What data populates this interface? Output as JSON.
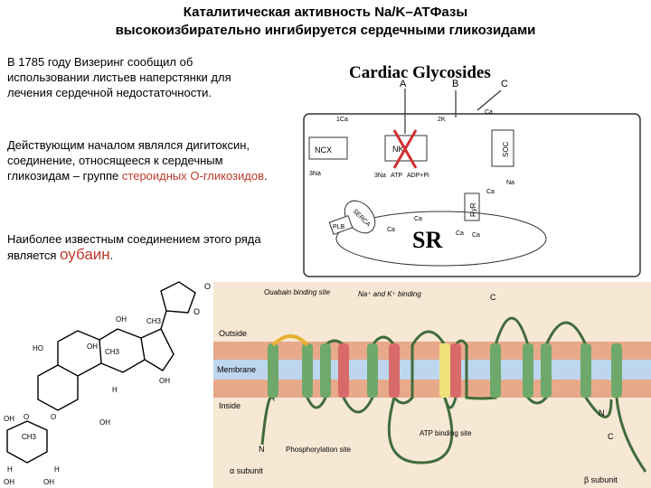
{
  "slide": {
    "title_line1": "Каталитическая активность Na/K–ATФазы",
    "title_line2": "высокоизбирательно ингибируется сердечными гликозидами"
  },
  "body": {
    "p1": "В 1785 году Визеринг сообщил об использовании листьев наперстянки для лечения сердечной недостаточности.",
    "p2_before": "Действующим началом являлся дигитоксин, соединение, относящееся к сердечным гликозидам – группе ",
    "p2_highlight": "стероидных O-гликозидов",
    "p2_after": ".",
    "p3_before": "Наиболее известным соединением этого ряда является ",
    "p3_highlight": "оубаин",
    "p3_after": "."
  },
  "cardiac_diagram": {
    "title": "Cardiac Glycosides",
    "labels": {
      "A": "A",
      "B": "B",
      "C": "C",
      "ncx": "NCX",
      "pump": "NK",
      "soc": "SOC",
      "ryr": "RyR",
      "plb": "PLB",
      "serca": "SERCA",
      "sr": "SR",
      "ca": "Ca",
      "ca_1": "1Ca",
      "k_2": "2K",
      "na_3": "3Na",
      "na_3b": "3Na",
      "atp": "ATP",
      "adp": "ADP+Pi",
      "na": "Na"
    }
  },
  "membrane_diagram": {
    "labels": {
      "ouabain_site": "Ouabain binding site",
      "nak_site": "Na⁺ and K⁺ binding",
      "outside": "Outside",
      "membrane": "Membrane",
      "inside": "Inside",
      "n_alpha": "N",
      "c_alpha": "C",
      "c_beta": "C",
      "n_beta": "N",
      "phospho": "Phosphorylation site",
      "atp_site": "ATP binding site",
      "alpha": "α subunit",
      "beta": "β subunit"
    }
  },
  "structure": {
    "labels": {
      "o1": "O",
      "o2": "O",
      "ch3a": "CH3",
      "ch3b": "CH3",
      "ch3c": "CH3",
      "h1": "H",
      "h2": "H",
      "h3": "H",
      "oh1": "OH",
      "oh2": "OH",
      "oh3": "OH",
      "oh4": "OH",
      "oh5": "OH",
      "oh6": "OH",
      "oh7": "OH",
      "ho1": "HO",
      "o3": "O",
      "o4": "O"
    }
  },
  "colors": {
    "title": "#000000",
    "highlight": "#c0392b",
    "membrane_band": "#e8a98a",
    "membrane_mid": "#bdd6ee",
    "helix_green": "#6fa86b",
    "helix_red": "#d96a6a",
    "helix_yellow": "#f0e27a",
    "background_panel": "#f6e8d4"
  }
}
